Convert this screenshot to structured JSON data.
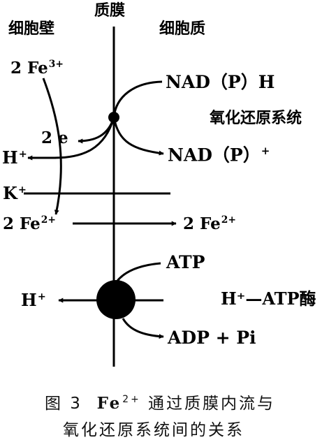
{
  "headers": {
    "cell_wall": "细胞壁",
    "plasma_membrane": "质膜",
    "cytoplasm": "细胞质"
  },
  "upper": {
    "fe3": "2 Fe",
    "fe3_charge": "3+",
    "nadph": "NAD（P）H",
    "redox_system": "氧化还原系统",
    "electrons": "2 e",
    "h_out": "H",
    "h_charge": "+",
    "nadp": "NAD（P）",
    "nadp_charge": "+",
    "k": "K",
    "k_charge": "+",
    "fe2_left": "2 Fe",
    "fe2_left_charge": "2+",
    "fe2_right": "2 Fe",
    "fe2_right_charge": "2+"
  },
  "lower": {
    "atp": "ATP",
    "h_out": "H",
    "h_charge": "+",
    "atpase": "H⁺—ATP酶",
    "adp_pi": "ADP + Pi"
  },
  "caption": {
    "figure_no": "图 3",
    "fe": "Fe",
    "fe_charge": "2+",
    "line1_rest": "通过质膜内流与",
    "line2": "氧化还原系统间的关系"
  }
}
